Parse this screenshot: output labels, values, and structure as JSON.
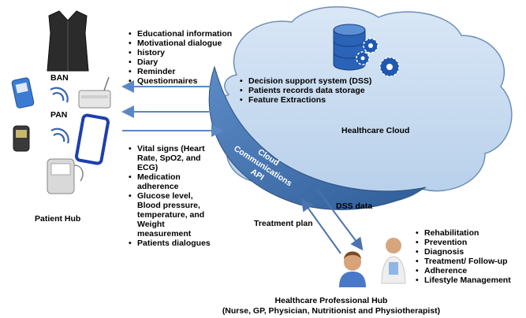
{
  "patient_hub": {
    "title": "Patient Hub",
    "ban_label": "BAN",
    "pan_label": "PAN"
  },
  "to_patient_list": [
    "Educational information",
    "Motivational dialogue",
    "history",
    "Diary",
    "Reminder",
    "Questionnaires"
  ],
  "from_patient_list": [
    "Vital signs (Heart Rate, SpO2,  and ECG)",
    "Medication adherence",
    "Glucose level, Blood pressure, temperature, and Weight measurement",
    "Patients dialogues"
  ],
  "cloud": {
    "title": "Healthcare Cloud",
    "items": [
      "Decision support system (DSS)",
      "Patients records data storage",
      "Feature Extractions"
    ],
    "api_label": [
      "Cloud",
      "Communications",
      "API"
    ]
  },
  "arrows": {
    "dss_data": "DSS data",
    "treatment_plan": "Treatment plan"
  },
  "professional_hub": {
    "title": "Healthcare Professional Hub",
    "subtitle": "(Nurse, GP, Physician, Nutritionist and Physiotherapist)",
    "items": [
      "Rehabilitation",
      "Prevention",
      "Diagnosis",
      "Treatment/ Follow-up",
      "Adherence",
      "Lifestyle Management"
    ]
  },
  "colors": {
    "cloud_fill": "#c5d9ef",
    "cloud_stroke": "#6f8fb5",
    "api_band": "#3f6fa8",
    "arrow": "#5b87c5",
    "phone": "#1d3fae"
  }
}
